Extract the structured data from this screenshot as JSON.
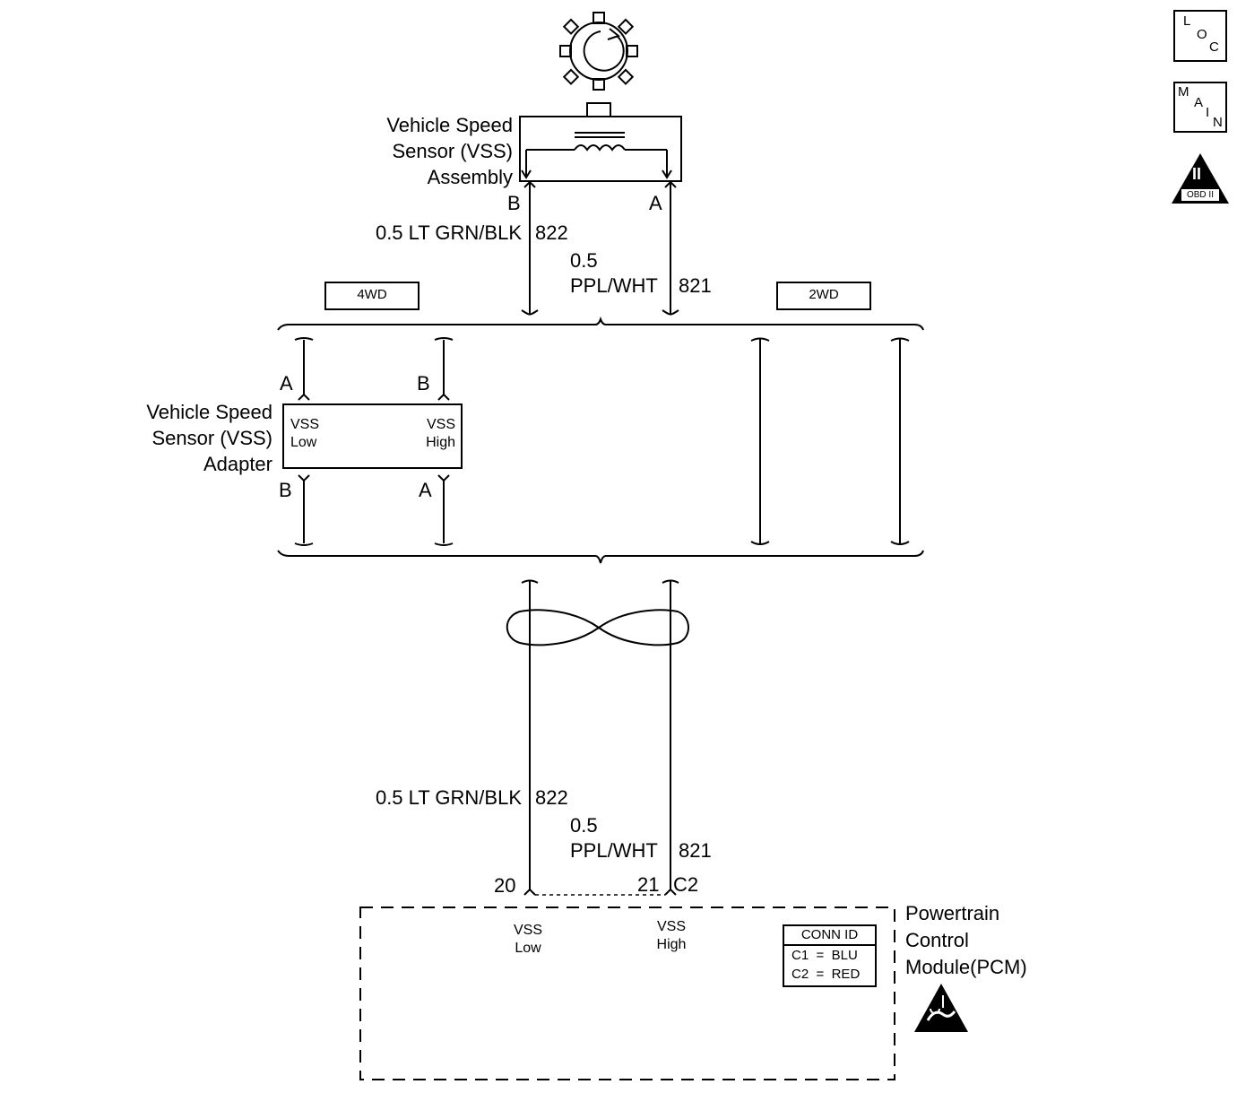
{
  "sensor": {
    "title_lines": [
      "Vehicle Speed",
      "Sensor (VSS)",
      "Assembly"
    ],
    "pin_b": "B",
    "pin_a": "A"
  },
  "wires_top": {
    "wire1": "0.5 LT GRN/BLK",
    "circuit1": "822",
    "wire2_gauge": "0.5",
    "wire2_color": "PPL/WHT",
    "circuit2": "821"
  },
  "options": {
    "left": "4WD",
    "right": "2WD"
  },
  "adapter": {
    "title_lines": [
      "Vehicle Speed",
      "Sensor (VSS)",
      "Adapter"
    ],
    "pin_top_left": "A",
    "pin_top_right": "B",
    "pin_bottom_left": "B",
    "pin_bottom_right": "A",
    "inner_left": [
      "VSS",
      "Low"
    ],
    "inner_right": [
      "VSS",
      "High"
    ]
  },
  "wires_bottom": {
    "wire1": "0.5 LT GRN/BLK",
    "circuit1": "822",
    "wire2_gauge": "0.5",
    "wire2_color": "PPL/WHT",
    "circuit2": "821"
  },
  "pcm": {
    "pin_low": "20",
    "pin_high": "21",
    "connector": "C2",
    "label_low": [
      "VSS",
      "Low"
    ],
    "label_high": [
      "VSS",
      "High"
    ],
    "title_lines": [
      "Powertrain",
      "Control",
      "Module(PCM)"
    ],
    "conn_id": {
      "header": "CONN ID",
      "rows": [
        "C1  =  BLU",
        "C2  =  RED"
      ]
    }
  },
  "side_icons": {
    "loc": [
      "L",
      "O",
      "C"
    ],
    "main": [
      "M",
      "A",
      "I",
      "N"
    ],
    "obd": [
      "II",
      "OBD II"
    ]
  }
}
